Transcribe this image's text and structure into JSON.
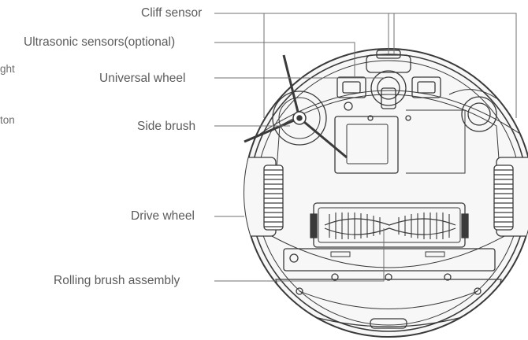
{
  "labels": {
    "cliff_sensor": "Cliff sensor",
    "ultrasonic_sensors": "Ultrasonic sensors(optional)",
    "universal_wheel": "Universal wheel",
    "side_brush": "Side brush",
    "drive_wheel": "Drive wheel",
    "rolling_brush_assembly": "Rolling brush assembly"
  },
  "cut_labels": {
    "upper": "ght",
    "lower": "ton"
  },
  "colors": {
    "label_text": "#5b5b5b",
    "leader_line": "#707070",
    "drawing_stroke": "#3a3a3a",
    "body_fill": "#f7f7f7"
  }
}
